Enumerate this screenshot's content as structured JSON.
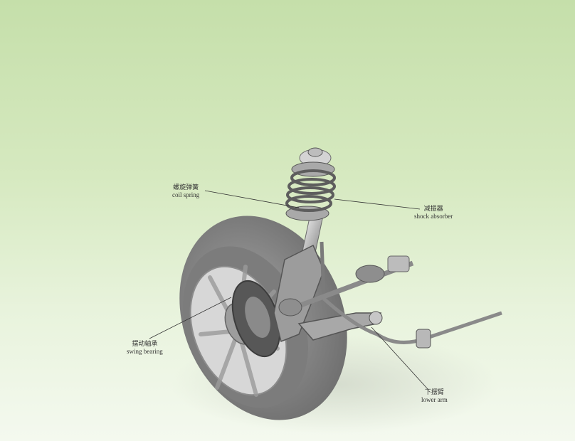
{
  "labels": {
    "coil_spring": {
      "cn": "螺旋弹簧",
      "en": "coil spring"
    },
    "shock_absorber": {
      "cn": "减振器",
      "en": "shock absorber"
    },
    "swing_bearing": {
      "cn": "摆动轴承",
      "en": "swing bearing"
    },
    "lower_arm": {
      "cn": "下摆臂",
      "en": "lower arm"
    }
  },
  "colors": {
    "background_top": "#c5dfaa",
    "background_bottom": "#f4f9ef",
    "tire": "#8e8e8e",
    "metal": "#b9b9b9",
    "leader_line": "#333333"
  }
}
